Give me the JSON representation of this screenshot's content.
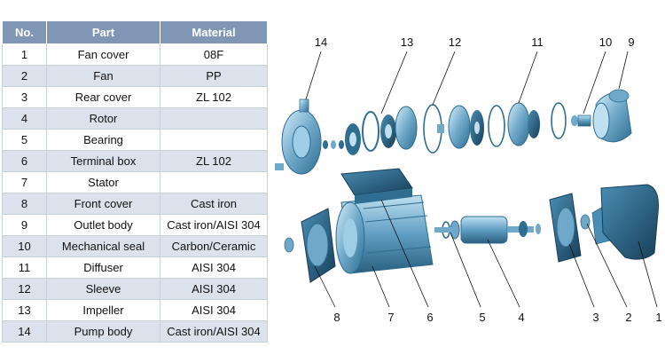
{
  "table": {
    "headers": {
      "no": "No.",
      "part": "Part",
      "material": "Material"
    },
    "rows": [
      {
        "no": "1",
        "part": "Fan cover",
        "material": "08F"
      },
      {
        "no": "2",
        "part": "Fan",
        "material": "PP"
      },
      {
        "no": "3",
        "part": "Rear cover",
        "material": "ZL 102"
      },
      {
        "no": "4",
        "part": "Rotor",
        "material": ""
      },
      {
        "no": "5",
        "part": "Bearing",
        "material": ""
      },
      {
        "no": "6",
        "part": "Terminal box",
        "material": "ZL 102"
      },
      {
        "no": "7",
        "part": "Stator",
        "material": ""
      },
      {
        "no": "8",
        "part": "Front cover",
        "material": "Cast iron"
      },
      {
        "no": "9",
        "part": "Outlet body",
        "material": "Cast iron/AISI 304"
      },
      {
        "no": "10",
        "part": "Mechanical seal",
        "material": "Carbon/Ceramic"
      },
      {
        "no": "11",
        "part": "Diffuser",
        "material": "AISI 304"
      },
      {
        "no": "12",
        "part": "Sleeve",
        "material": "AISI 304"
      },
      {
        "no": "13",
        "part": "Impeller",
        "material": "AISI 304"
      },
      {
        "no": "14",
        "part": "Pump body",
        "material": "Cast iron/AISI 304"
      }
    ]
  },
  "diagram": {
    "callouts_top": [
      "14",
      "13",
      "12",
      "11",
      "10",
      "9"
    ],
    "callouts_bottom": [
      "8",
      "7",
      "6",
      "5",
      "4",
      "3",
      "2",
      "1"
    ],
    "colors": {
      "part_fill": "#6fa8c9",
      "part_dark": "#2f6d91",
      "part_light": "#bfe0f0",
      "leader": "#111111"
    }
  }
}
